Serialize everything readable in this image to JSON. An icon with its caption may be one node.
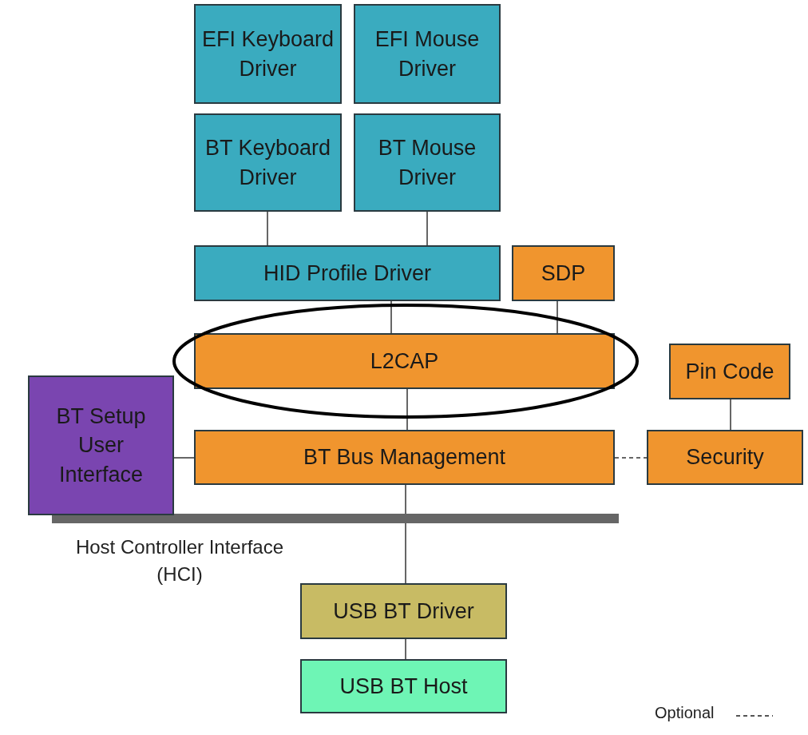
{
  "diagram": {
    "nodes": [
      {
        "text": [
          "EFI Keyboard Driver"
        ]
      },
      {
        "text": [
          "EFI Mouse Driver"
        ]
      },
      {
        "text": [
          "BT Keyboard Driver"
        ]
      },
      {
        "text": [
          "BT Mouse Driver"
        ]
      },
      {
        "text": [
          "HID Profile Driver"
        ]
      },
      {
        "text": [
          "SDP"
        ]
      },
      {
        "text": [
          "L2CAP"
        ]
      },
      {
        "text": [
          "Pin Code"
        ]
      },
      {
        "text": [
          "BT Setup User Interface"
        ]
      },
      {
        "text": [
          "BT Bus Management"
        ]
      },
      {
        "text": [
          "Security"
        ]
      },
      {
        "text": [
          "USB BT Driver"
        ]
      },
      {
        "text": [
          "USB BT Host"
        ]
      }
    ],
    "edges": [
      {
        "from": 2,
        "to": 4,
        "arrow": "none"
      },
      {
        "from": 3,
        "to": 4,
        "arrow": "none"
      },
      {
        "from": 4,
        "to": 6,
        "arrow": "none"
      },
      {
        "from": 5,
        "to": 6,
        "arrow": "none"
      },
      {
        "from": 6,
        "to": 9,
        "arrow": "none"
      },
      {
        "from": 7,
        "to": 10,
        "arrow": "none"
      },
      {
        "from": 8,
        "to": 9,
        "arrow": "none"
      },
      {
        "from": 9,
        "to": 10,
        "arrow": "none",
        "style": "dashed"
      },
      {
        "from": 9,
        "to": 11,
        "arrow": "none"
      },
      {
        "from": 11,
        "to": 12,
        "arrow": "none"
      }
    ],
    "labels": [
      "Host Controller Interface (HCI)"
    ],
    "legend": [
      {
        "text": "Optional"
      }
    ]
  }
}
